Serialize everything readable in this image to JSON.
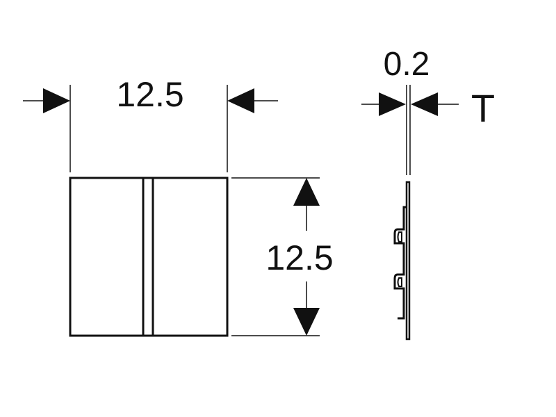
{
  "dimensions": {
    "width_label": "12.5",
    "height_label": "12.5",
    "thickness_label": "0.2",
    "thickness_symbol": "T"
  },
  "colors": {
    "line": "#111111",
    "background": "#ffffff"
  }
}
